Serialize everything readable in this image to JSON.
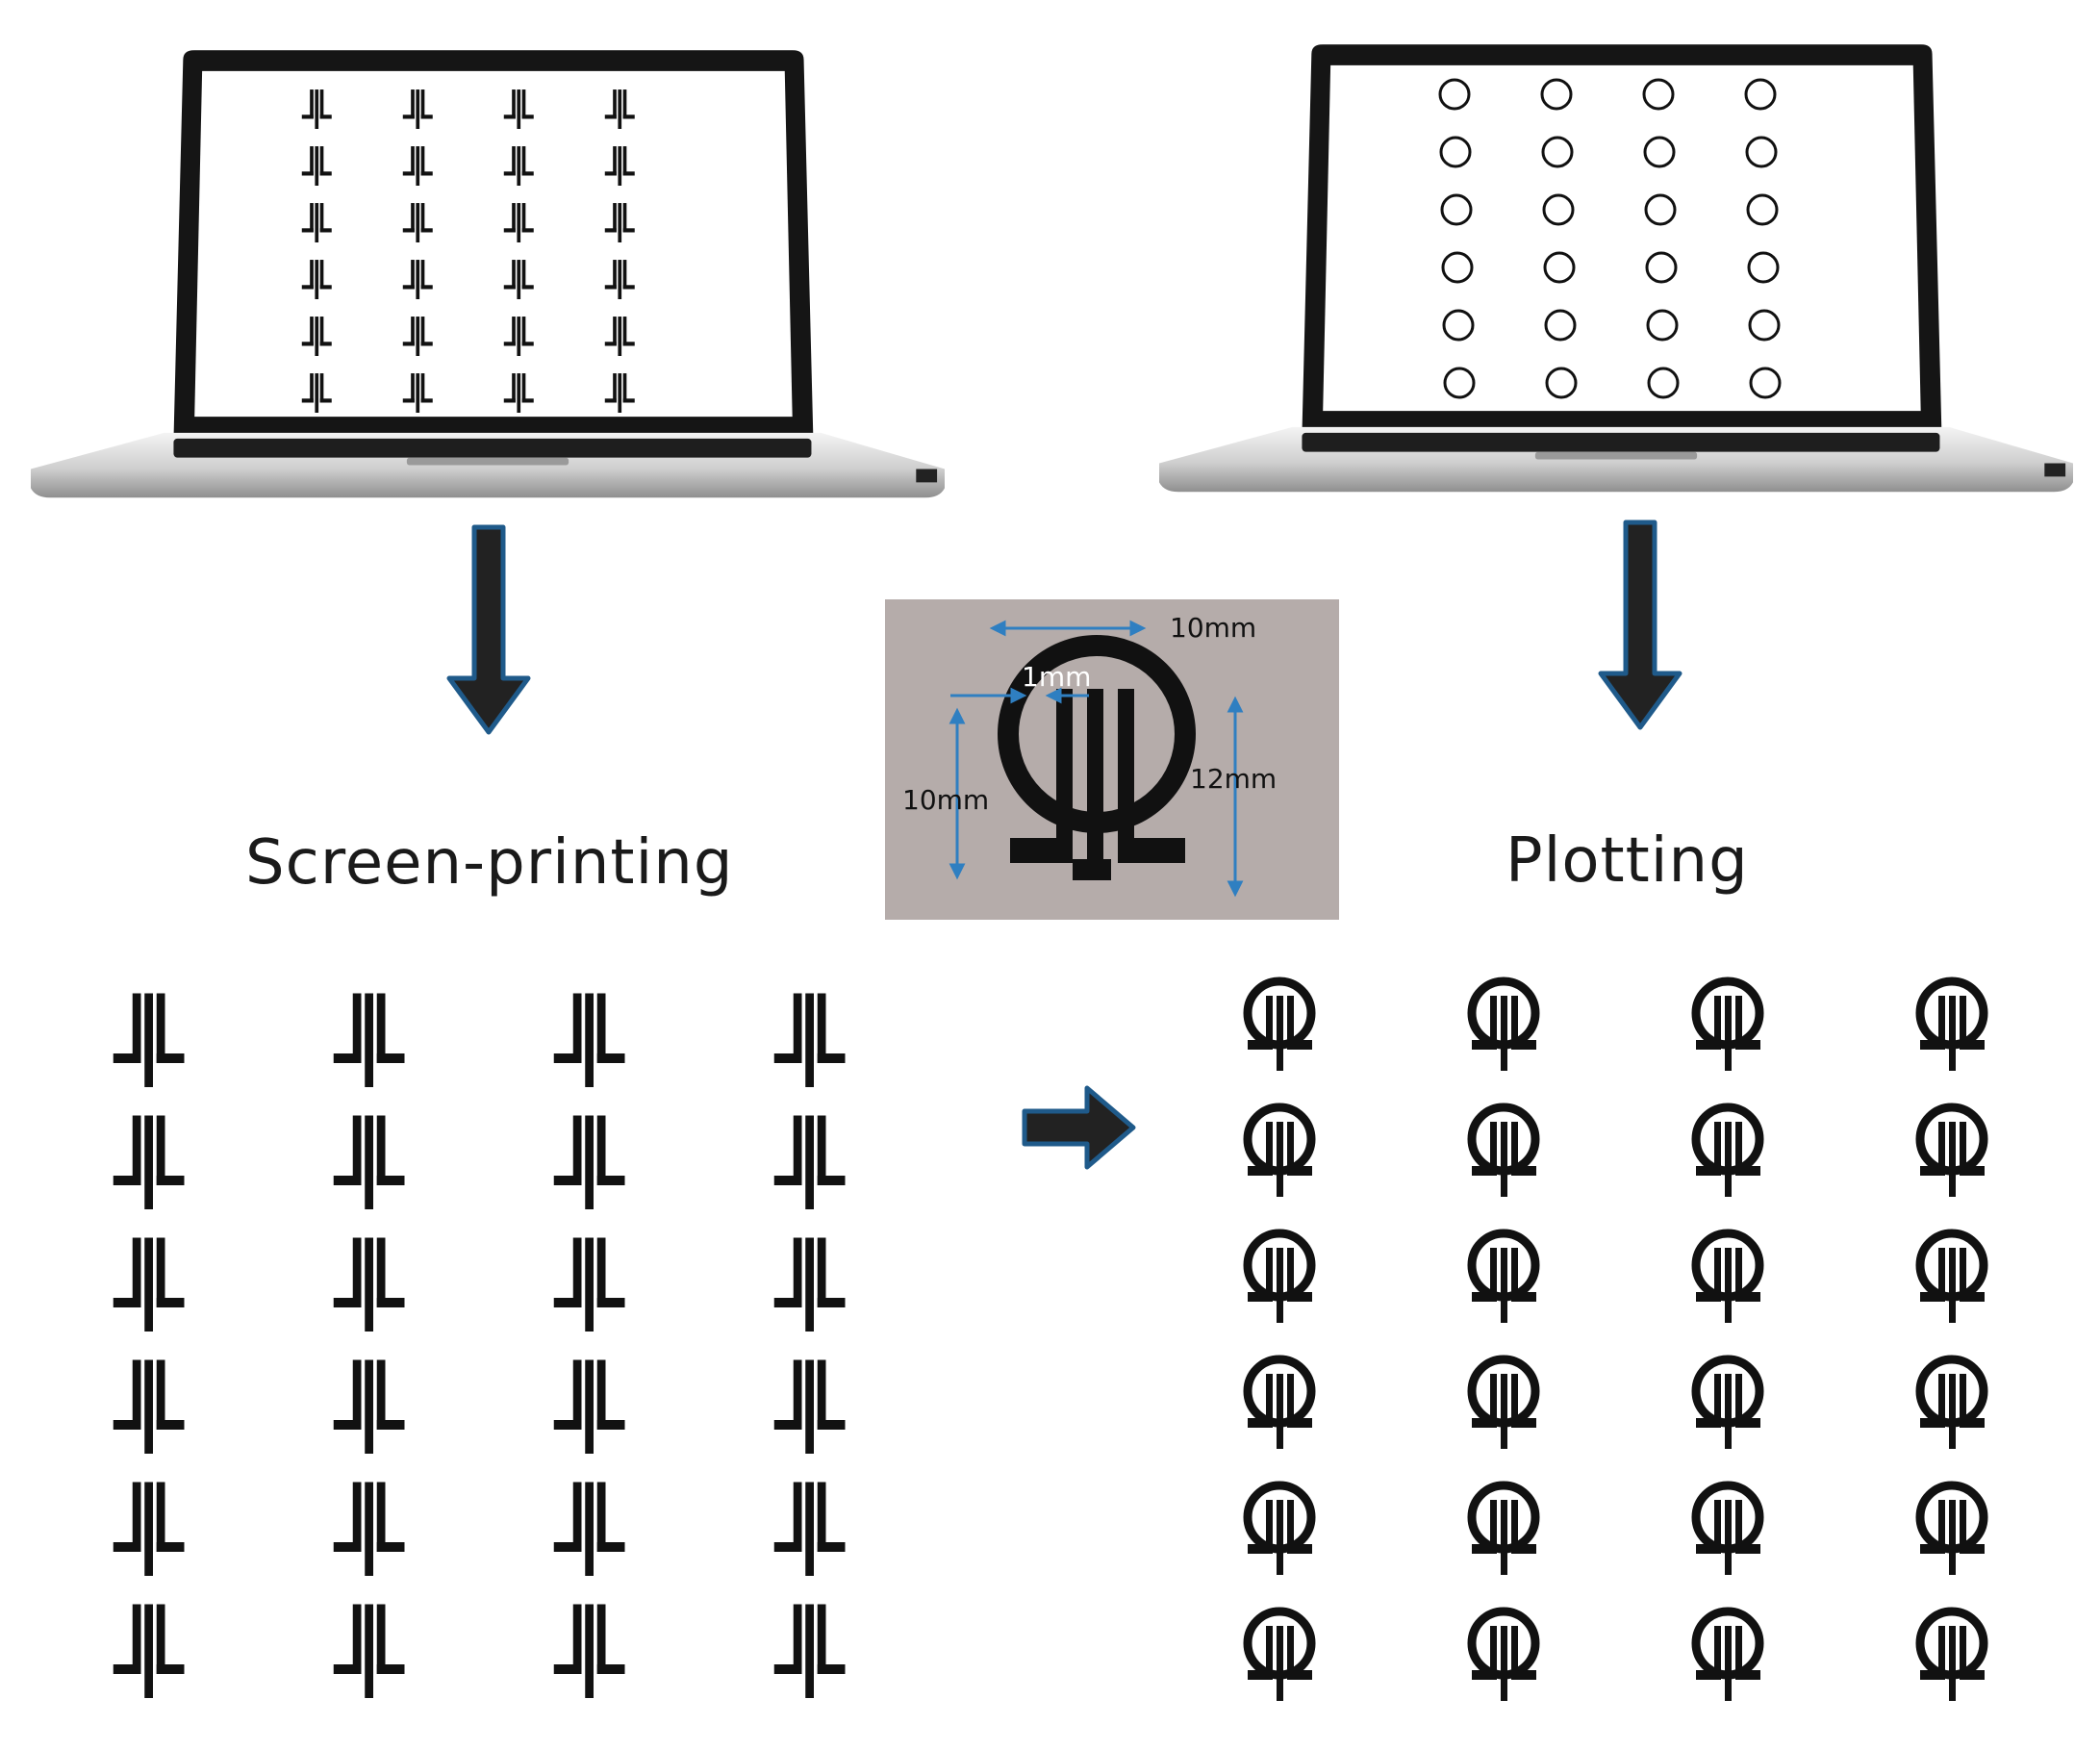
{
  "labels": {
    "left_method": "Screen-printing",
    "right_method": "Plotting"
  },
  "photo_dimensions": {
    "outer_width": "10mm",
    "gap": "1mm",
    "inner_height": "10mm",
    "total_height": "12mm"
  },
  "icons": {
    "electrode_outline": "tri-electrode-icon",
    "ring_template": "circle-icon",
    "full_electrode": "ring-electrode-icon",
    "arrow_down": "arrow-down-icon",
    "arrow_right": "arrow-right-icon",
    "laptop": "laptop-icon"
  },
  "colors": {
    "arrow_fill": "#222222",
    "arrow_stroke": "#1f5a8a",
    "dimension_line": "#2f7fc1",
    "photo_bg": "#b5acaa",
    "ink": "#111111"
  },
  "grids": {
    "screen_rows": 6,
    "screen_cols": 4,
    "print_rows": 6,
    "print_cols": 4
  }
}
